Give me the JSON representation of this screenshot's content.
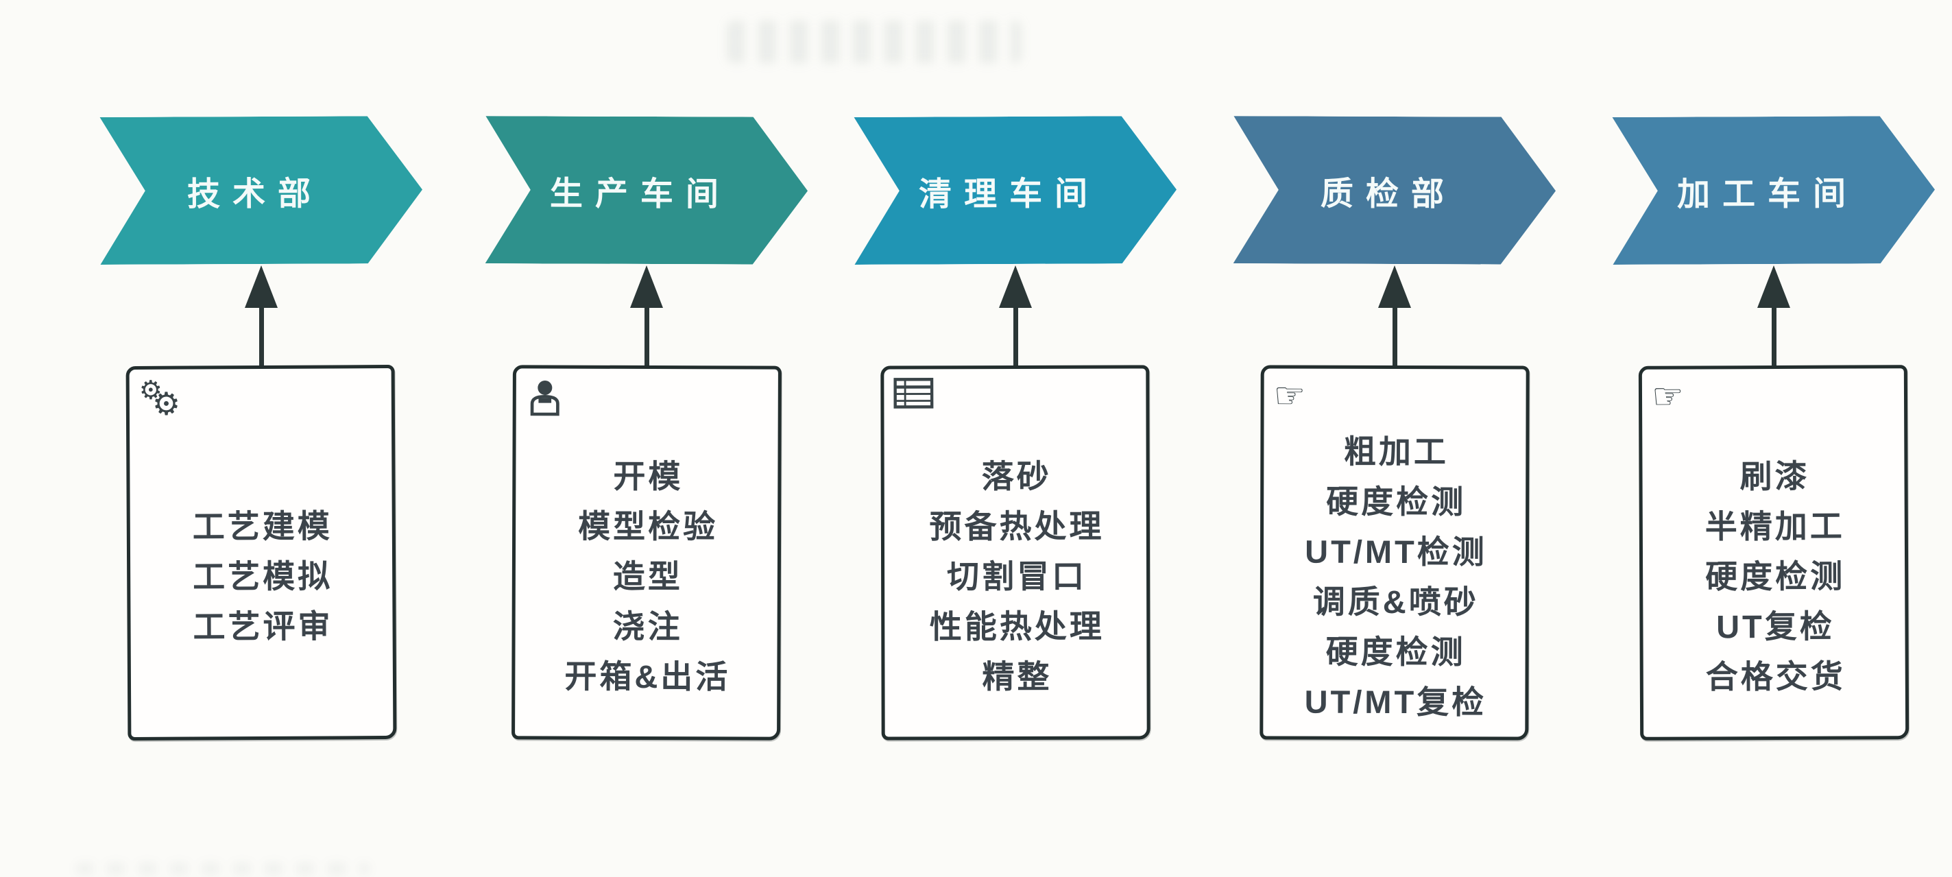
{
  "page": {
    "background_color": "#fbfbf8",
    "ink_color": "#2b3737",
    "task_text_color": "#3c444b"
  },
  "flow": {
    "stages": [
      {
        "name": "technical-dept",
        "banner_label": "技术部",
        "banner_color": "#2ba0a4",
        "icon": "gears-icon",
        "tasks": [
          "工艺建模",
          "工艺模拟",
          "工艺评审"
        ]
      },
      {
        "name": "production-workshop",
        "banner_label": "生产车间",
        "banner_color": "#2e918c",
        "icon": "worker-icon",
        "tasks": [
          "开模",
          "模型检验",
          "造型",
          "浇注",
          "开箱&出活"
        ]
      },
      {
        "name": "cleaning-workshop",
        "banner_label": "清理车间",
        "banner_color": "#2095b4",
        "icon": "spec-table-icon",
        "tasks": [
          "落砂",
          "预备热处理",
          "切割冒口",
          "性能热处理",
          "精整"
        ]
      },
      {
        "name": "quality-inspection-dept",
        "banner_label": "质检部",
        "banner_color": "#46799c",
        "icon": "pointing-hand-icon",
        "tasks": [
          "粗加工",
          "硬度检测",
          "UT/MT检测",
          "调质&喷砂",
          "硬度检测",
          "UT/MT复检"
        ]
      },
      {
        "name": "machining-workshop",
        "banner_label": "加工车间",
        "banner_color": "#4483a9",
        "icon": "pointing-hand-icon",
        "tasks": [
          "刷漆",
          "半精加工",
          "硬度检测",
          "UT复检",
          "合格交货"
        ]
      }
    ]
  }
}
